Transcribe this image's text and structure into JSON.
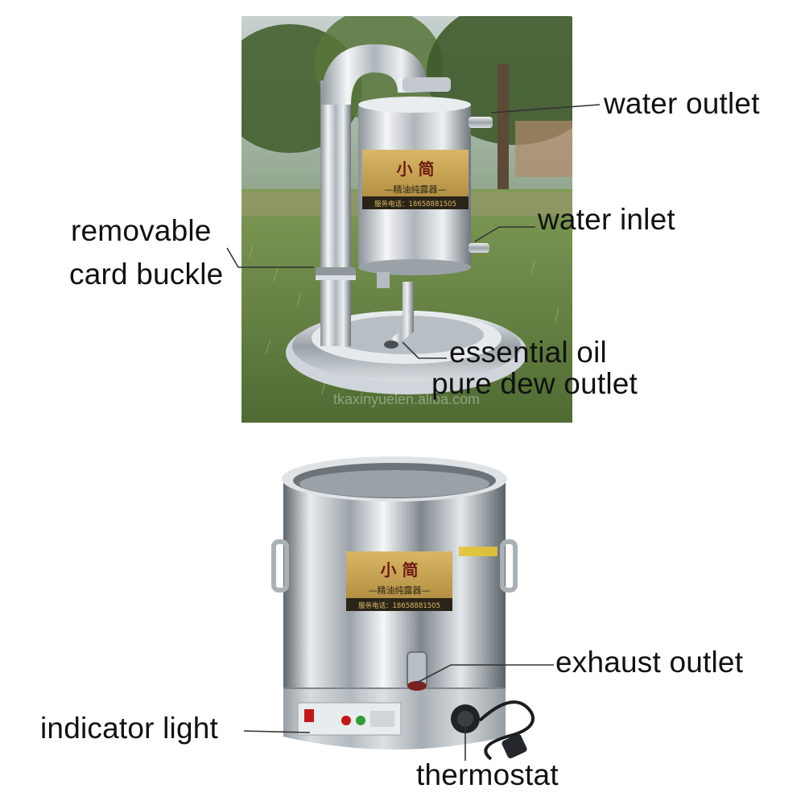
{
  "top_photo": {
    "plate_title": "小 简",
    "plate_subtitle": "—精油纯露器—",
    "plate_phone": "服务电话：18658881505",
    "watermark": "tkaxinyuelen.aliba.com"
  },
  "bottom_photo": {
    "plate_title": "小 简",
    "plate_subtitle": "—精油纯露器—",
    "plate_phone": "服务电话：18658881505"
  },
  "labels": {
    "water_outlet": "water outlet",
    "water_inlet": "water inlet",
    "removable_line1": "removable",
    "removable_line2": "card buckle",
    "essential_line1": "essential oil",
    "essential_line2": "pure dew outlet",
    "exhaust_outlet": "exhaust outlet",
    "indicator_light": "indicator light",
    "thermostat": "thermostat"
  },
  "colors": {
    "grass": "#6f8f4a",
    "sky": "#b9c6c2",
    "steel_light": "#e8ecef",
    "steel_dark": "#6d757c",
    "plate_gold": "#c9a24a",
    "plate_dark": "#2a2418"
  }
}
